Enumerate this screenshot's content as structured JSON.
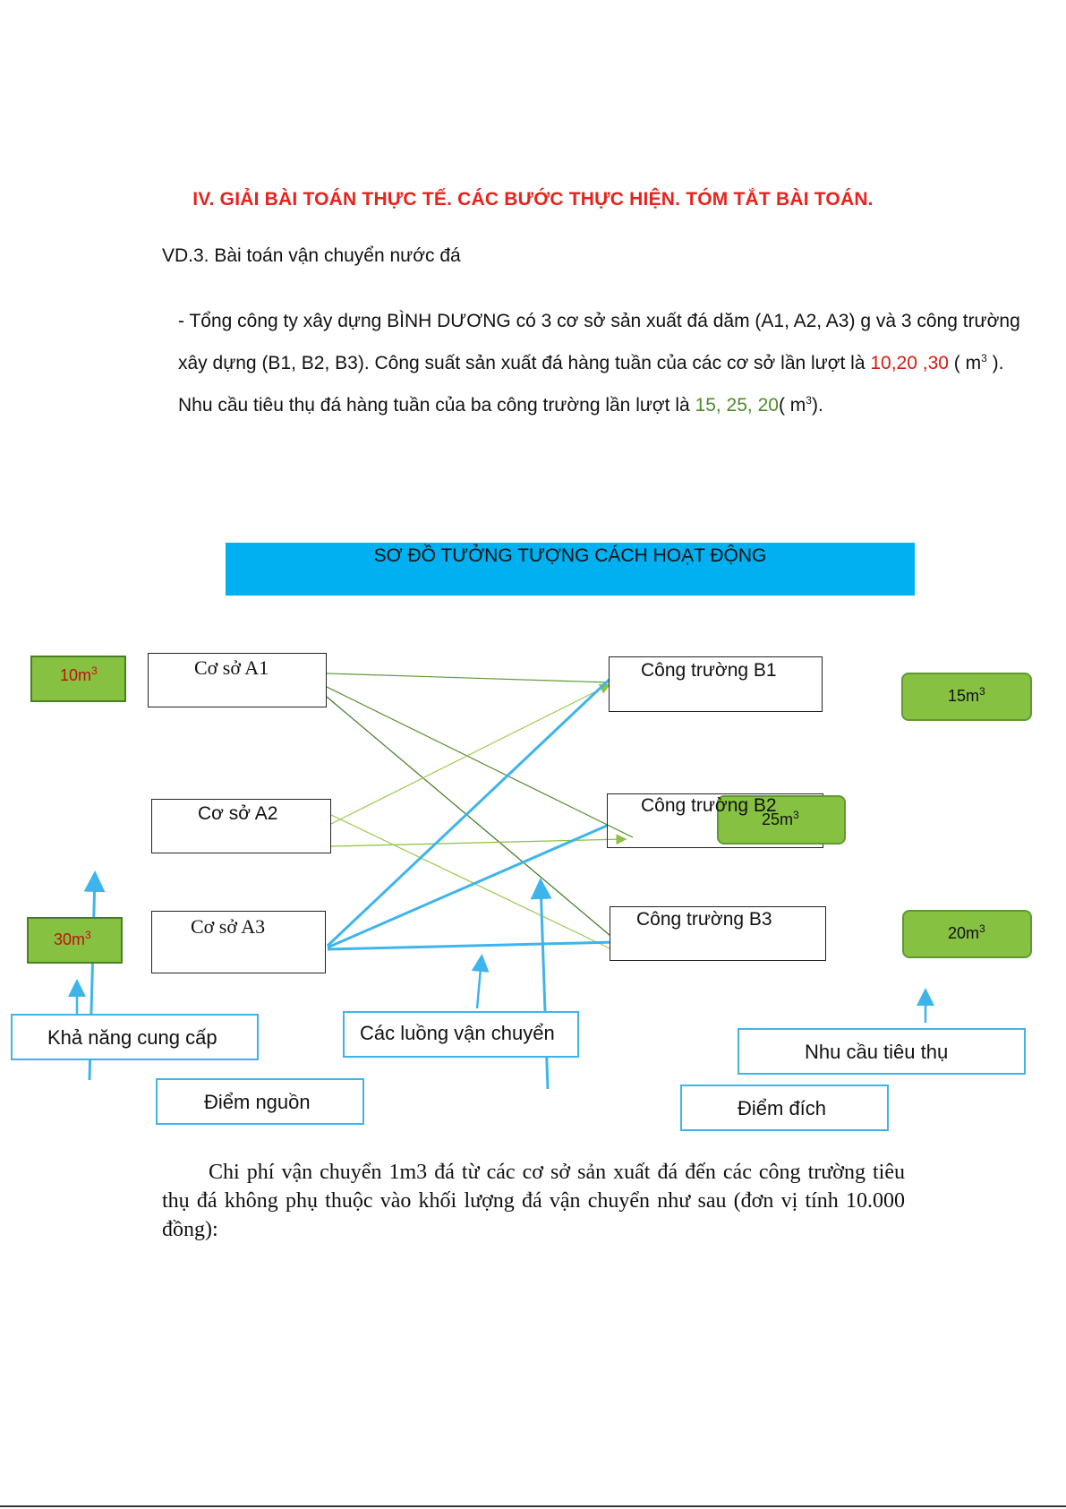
{
  "heading": "IV. GIẢI BÀI TOÁN THỰC TẾ. CÁC BƯỚC THỰC HIỆN. TÓM TẮT BÀI TOÁN.",
  "subtitle": "VD.3. Bài toán vận chuyển nước đá",
  "paragraph": {
    "part1": "- Tổng công ty xây dựng  BÌNH DƯƠNG có 3 cơ sở sản xuất đá dăm (A1, A2, A3) g và 3 công trường xây dựng (B1, B2, B3). Công suất sản xuất đá hàng tuần của các cơ sở lần lượt là ",
    "supply_values": "10,20 ,30",
    "part2": " ( m",
    "exp1": "3",
    "part3": " ). Nhu cầu tiêu thụ đá hàng tuần của ba công trường lần lượt là ",
    "demand_values": "15, 25, 20",
    "part4": "( m",
    "exp2": "3",
    "part5": ")."
  },
  "diagram": {
    "banner_title": "SƠ ĐỒ TƯỞNG TƯỢNG CÁCH HOẠT ĐỘNG",
    "sources": [
      {
        "label": "Cơ  sở A1"
      },
      {
        "label": "Cơ sở A2"
      },
      {
        "label": "Cơ sở A3"
      }
    ],
    "destinations": [
      {
        "label": "Công trường B1"
      },
      {
        "label": "Công trường B2"
      },
      {
        "label": "Công trường B3"
      }
    ],
    "supply_tags": [
      {
        "value": "10m",
        "exp": "3"
      },
      {
        "value": "30m",
        "exp": "3"
      }
    ],
    "demand_tags": [
      {
        "value": "15m",
        "exp": "3"
      },
      {
        "value": "25m",
        "exp": "3"
      },
      {
        "value": "20m",
        "exp": "3"
      }
    ],
    "labels": {
      "supply_capacity": "Khả năng cung cấp",
      "source_points": "Điểm nguồn",
      "transport_flows": "Các luồng vận chuyển",
      "consumption_demand": "Nhu cầu tiêu thụ",
      "destination_points": "Điểm đích"
    },
    "colors": {
      "banner": "#00b0f0",
      "tag_fill": "#86c142",
      "arrow_blue": "#3db5ec",
      "line_dark_green": "#4e8a2a",
      "line_light_green": "#9bc94a"
    }
  },
  "footer_text": "Chi phí vận chuyển 1m3 đá từ các cơ sở sản xuất đá đến các công trường tiêu thụ đá không phụ thuộc vào khối lượng đá vận chuyển như sau (đơn vị tính 10.000 đồng):"
}
